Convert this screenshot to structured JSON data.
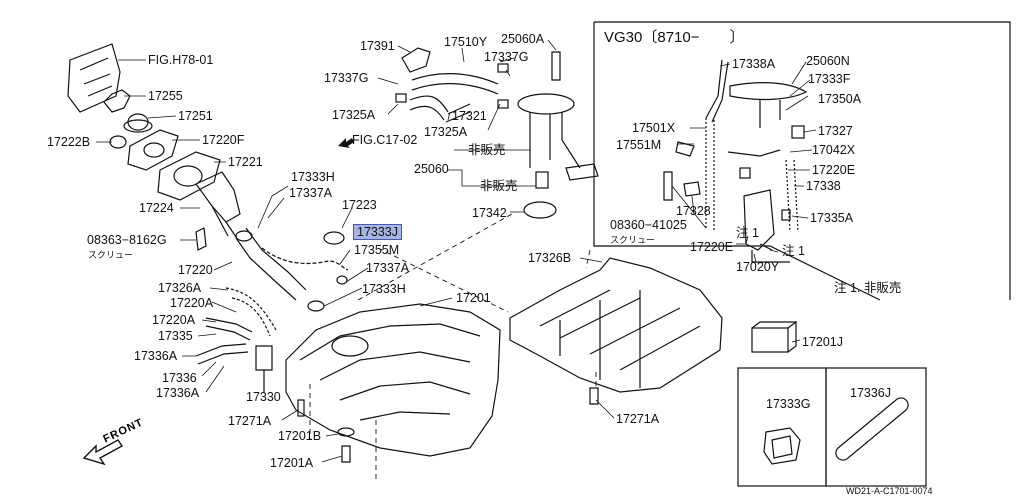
{
  "labels": {
    "fig_h78": "FIG.H78-01",
    "fig_c17": "FIG.C17-02",
    "p17255": "17255",
    "p17251": "17251",
    "p17220f": "17220F",
    "p17222b": "17222B",
    "p17221": "17221",
    "p17224": "17224",
    "p08363": "08363−8162G",
    "screw1": "スクリュー",
    "p17220": "17220",
    "p17326a": "17326A",
    "p17220a_1": "17220A",
    "p17220a_2": "17220A",
    "p17335": "17335",
    "p17336a_1": "17336A",
    "p17336": "17336",
    "p17336a_2": "17336A",
    "p17330": "17330",
    "p17271a_1": "17271A",
    "p17201b": "17201B",
    "p17201a": "17201A",
    "front": "FRONT",
    "p17333h_1": "17333H",
    "p17337a_1": "17337A",
    "p17223": "17223",
    "p17333j": "17333J",
    "p17355m": "17355M",
    "p17337a_2": "17337A",
    "p17333h_2": "17333H",
    "p17201": "17201",
    "p17391": "17391",
    "p17510y": "17510Y",
    "p25060a": "25060A",
    "p17337g_1": "17337G",
    "p17337g_2": "17337G",
    "p17325a_1": "17325A",
    "p17321": "17321",
    "p17325a_2": "17325A",
    "hanbai1": "非販売",
    "p25060": "25060",
    "hanbai2": "非販売",
    "p17342": "17342",
    "p17326b": "17326B",
    "p17271a_2": "17271A",
    "p17201j": "17201J",
    "note1": "注 1. 非販売",
    "p17333g": "17333G",
    "p17336j": "17336J",
    "inset_title": "VG30〔8710−　　〕",
    "p17338a": "17338A",
    "p25060n": "25060N",
    "p17333f": "17333F",
    "p17350a": "17350A",
    "p17501x": "17501X",
    "p17327": "17327",
    "p17551m": "17551M",
    "p17042x": "17042X",
    "p17220e_1": "17220E",
    "p17338": "17338",
    "p17328": "17328",
    "p17335a": "17335A",
    "p08360": "08360−41025",
    "screw2": "スクリュー",
    "p17220e_2": "17220E",
    "chu1_a": "注 1",
    "chu1_b": "注 1",
    "p17020y": "17020Y",
    "doc_code": "WD21-A-C1701-0074"
  },
  "colors": {
    "ink": "#111111",
    "highlight": "#a9b4e6",
    "highlight_border": "#4a58b0"
  }
}
